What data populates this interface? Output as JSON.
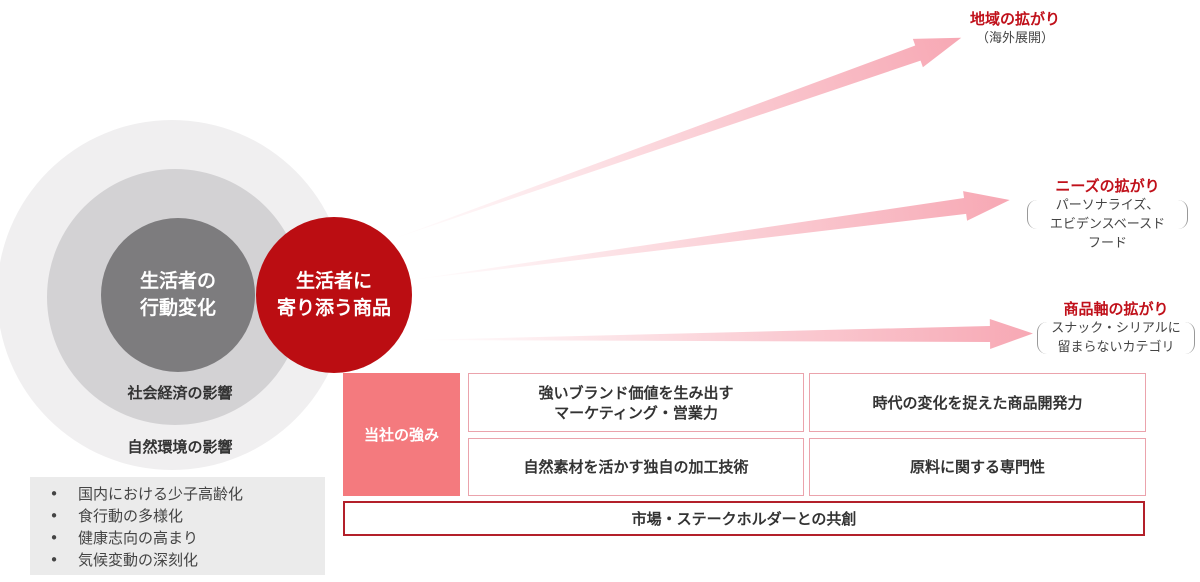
{
  "colors": {
    "accent_red": "#c0101a",
    "strength_pink": "#f47a7e",
    "arrow_pink": "#f7a8b4",
    "circle_gray": "#7d7c7e"
  },
  "circles": {
    "consumer_change": [
      "生活者の",
      "行動変化"
    ],
    "product": [
      "生活者に",
      "寄り添う商品"
    ],
    "socioeconomic": "社会経済の影響",
    "natural_env": "自然環境の影響"
  },
  "trends": [
    "国内における少子高齢化",
    "食行動の多様化",
    "健康志向の高まり",
    "気候変動の深刻化"
  ],
  "bullet": "•",
  "expansions": [
    {
      "title": "地域の拡がり",
      "sub": [
        "（海外展開）"
      ]
    },
    {
      "title": "ニーズの拡がり",
      "sub": [
        "パーソナライズ、",
        "エビデンスベースド",
        "フード"
      ]
    },
    {
      "title": "商品軸の拡がり",
      "sub": [
        "スナック・シリアルに",
        "留まらないカテゴリ"
      ]
    }
  ],
  "strengths": {
    "label": "当社の強み",
    "items": [
      [
        "強いブランド価値を生み出す",
        "マーケティング・営業力"
      ],
      [
        "時代の変化を捉えた商品開発力"
      ],
      [
        "自然素材を活かす独自の加工技術"
      ],
      [
        "原料に関する専門性"
      ]
    ]
  },
  "cocreation": "市場・ステークホルダーとの共創"
}
